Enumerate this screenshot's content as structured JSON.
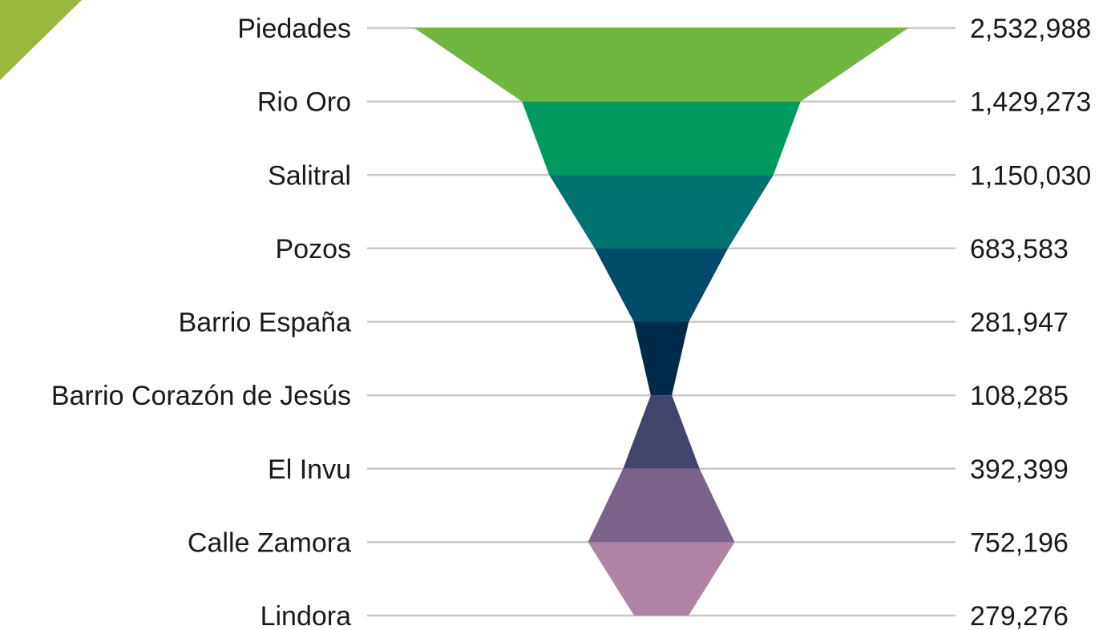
{
  "chart_data": {
    "type": "funnel",
    "categories": [
      "Piedades",
      "Rio Oro",
      "Salitral",
      "Pozos",
      "Barrio España",
      "Barrio Corazón de Jesús",
      "El Invu",
      "Calle Zamora",
      "Lindora"
    ],
    "values": [
      2532988,
      1429273,
      1150030,
      683583,
      281947,
      108285,
      392399,
      752196,
      279276
    ],
    "value_labels": [
      "2,532,988",
      "1,429,273",
      "1,150,030",
      "683,583",
      "281,947",
      "108,285",
      "392,399",
      "752,196",
      "279,276"
    ],
    "colors": [
      "#70b641",
      "#009a5e",
      "#007272",
      "#004a6a",
      "#002a4a",
      "#42446c",
      "#7a6289",
      "#b184a6"
    ],
    "corner_accent_color": "#9ab83c",
    "gridline_color": "#c8c8c8",
    "grid": true
  }
}
